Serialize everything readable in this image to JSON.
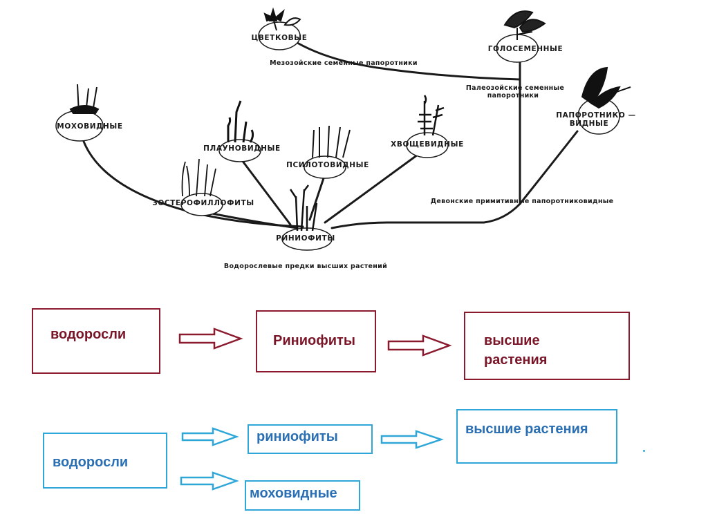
{
  "tree": {
    "nodes": {
      "flowering": "ЦВЕТКОВЫЕ",
      "gymnosperms": "ГОЛОСЕМЕННЫЕ",
      "ferns_line1": "ПАПОРОТНИКО —",
      "ferns_line2": "ВИДНЫЕ",
      "mosses": "МОХОВИДНЫЕ",
      "lycopods": "ПЛАУНОВИДНЫЕ",
      "psilotum": "ПСИЛОТОВИДНЫЕ",
      "horsetails": "ХВОЩЕВИДНЫЕ",
      "zosterophyllophytes": "ЗОСТЕРОФИЛЛОФИТЫ",
      "rhyniophytes": "РИНИОФИТЫ"
    },
    "labels": {
      "mesozoic_seed_ferns": "Мезозойские семенные папоротники",
      "paleozoic_line1": "Палеозойские семенные",
      "paleozoic_line2": "папоротники",
      "devonian": "Девонские примитивные папоротниковидные",
      "algal_ancestors": "Водорослевые предки высших растений"
    }
  },
  "scheme_red": {
    "box1": "водоросли",
    "box2": "Риниофиты",
    "box3_line1": "высшие",
    "box3_line2": "растения"
  },
  "scheme_blue": {
    "box1": "водоросли",
    "box2": "риниофиты",
    "box3": "высшие растения",
    "box4": "моховидные"
  },
  "colors": {
    "red_accent": "#8b1a2e",
    "blue_accent": "#2ea7d8",
    "tree_ink": "#1a1a1a"
  }
}
